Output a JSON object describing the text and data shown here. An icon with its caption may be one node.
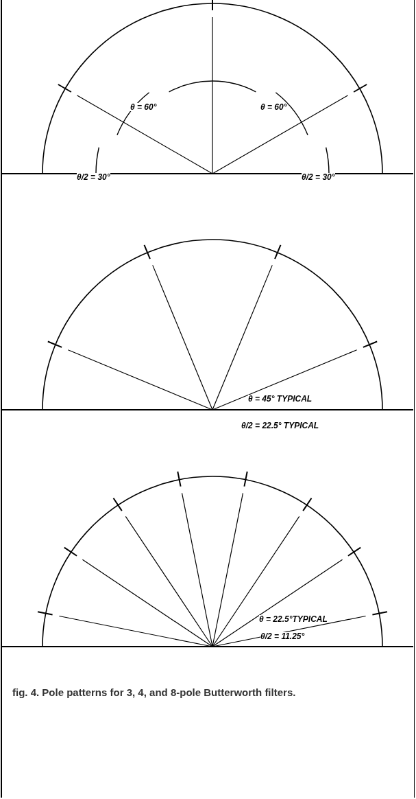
{
  "diagram": {
    "caption": "fig. 4. Pole patterns for 3, 4, and 8-pole Butterworth filters.",
    "labels": [
      "θ = 60°",
      "θ = 60°",
      "θ/2 = 30°",
      "θ/2 = 30°",
      "θ = 45° TYPICAL",
      "θ/2 = 22.5° TYPICAL",
      "θ = 22.5°TYPICAL",
      "θ/2 = 11.25°"
    ]
  }
}
